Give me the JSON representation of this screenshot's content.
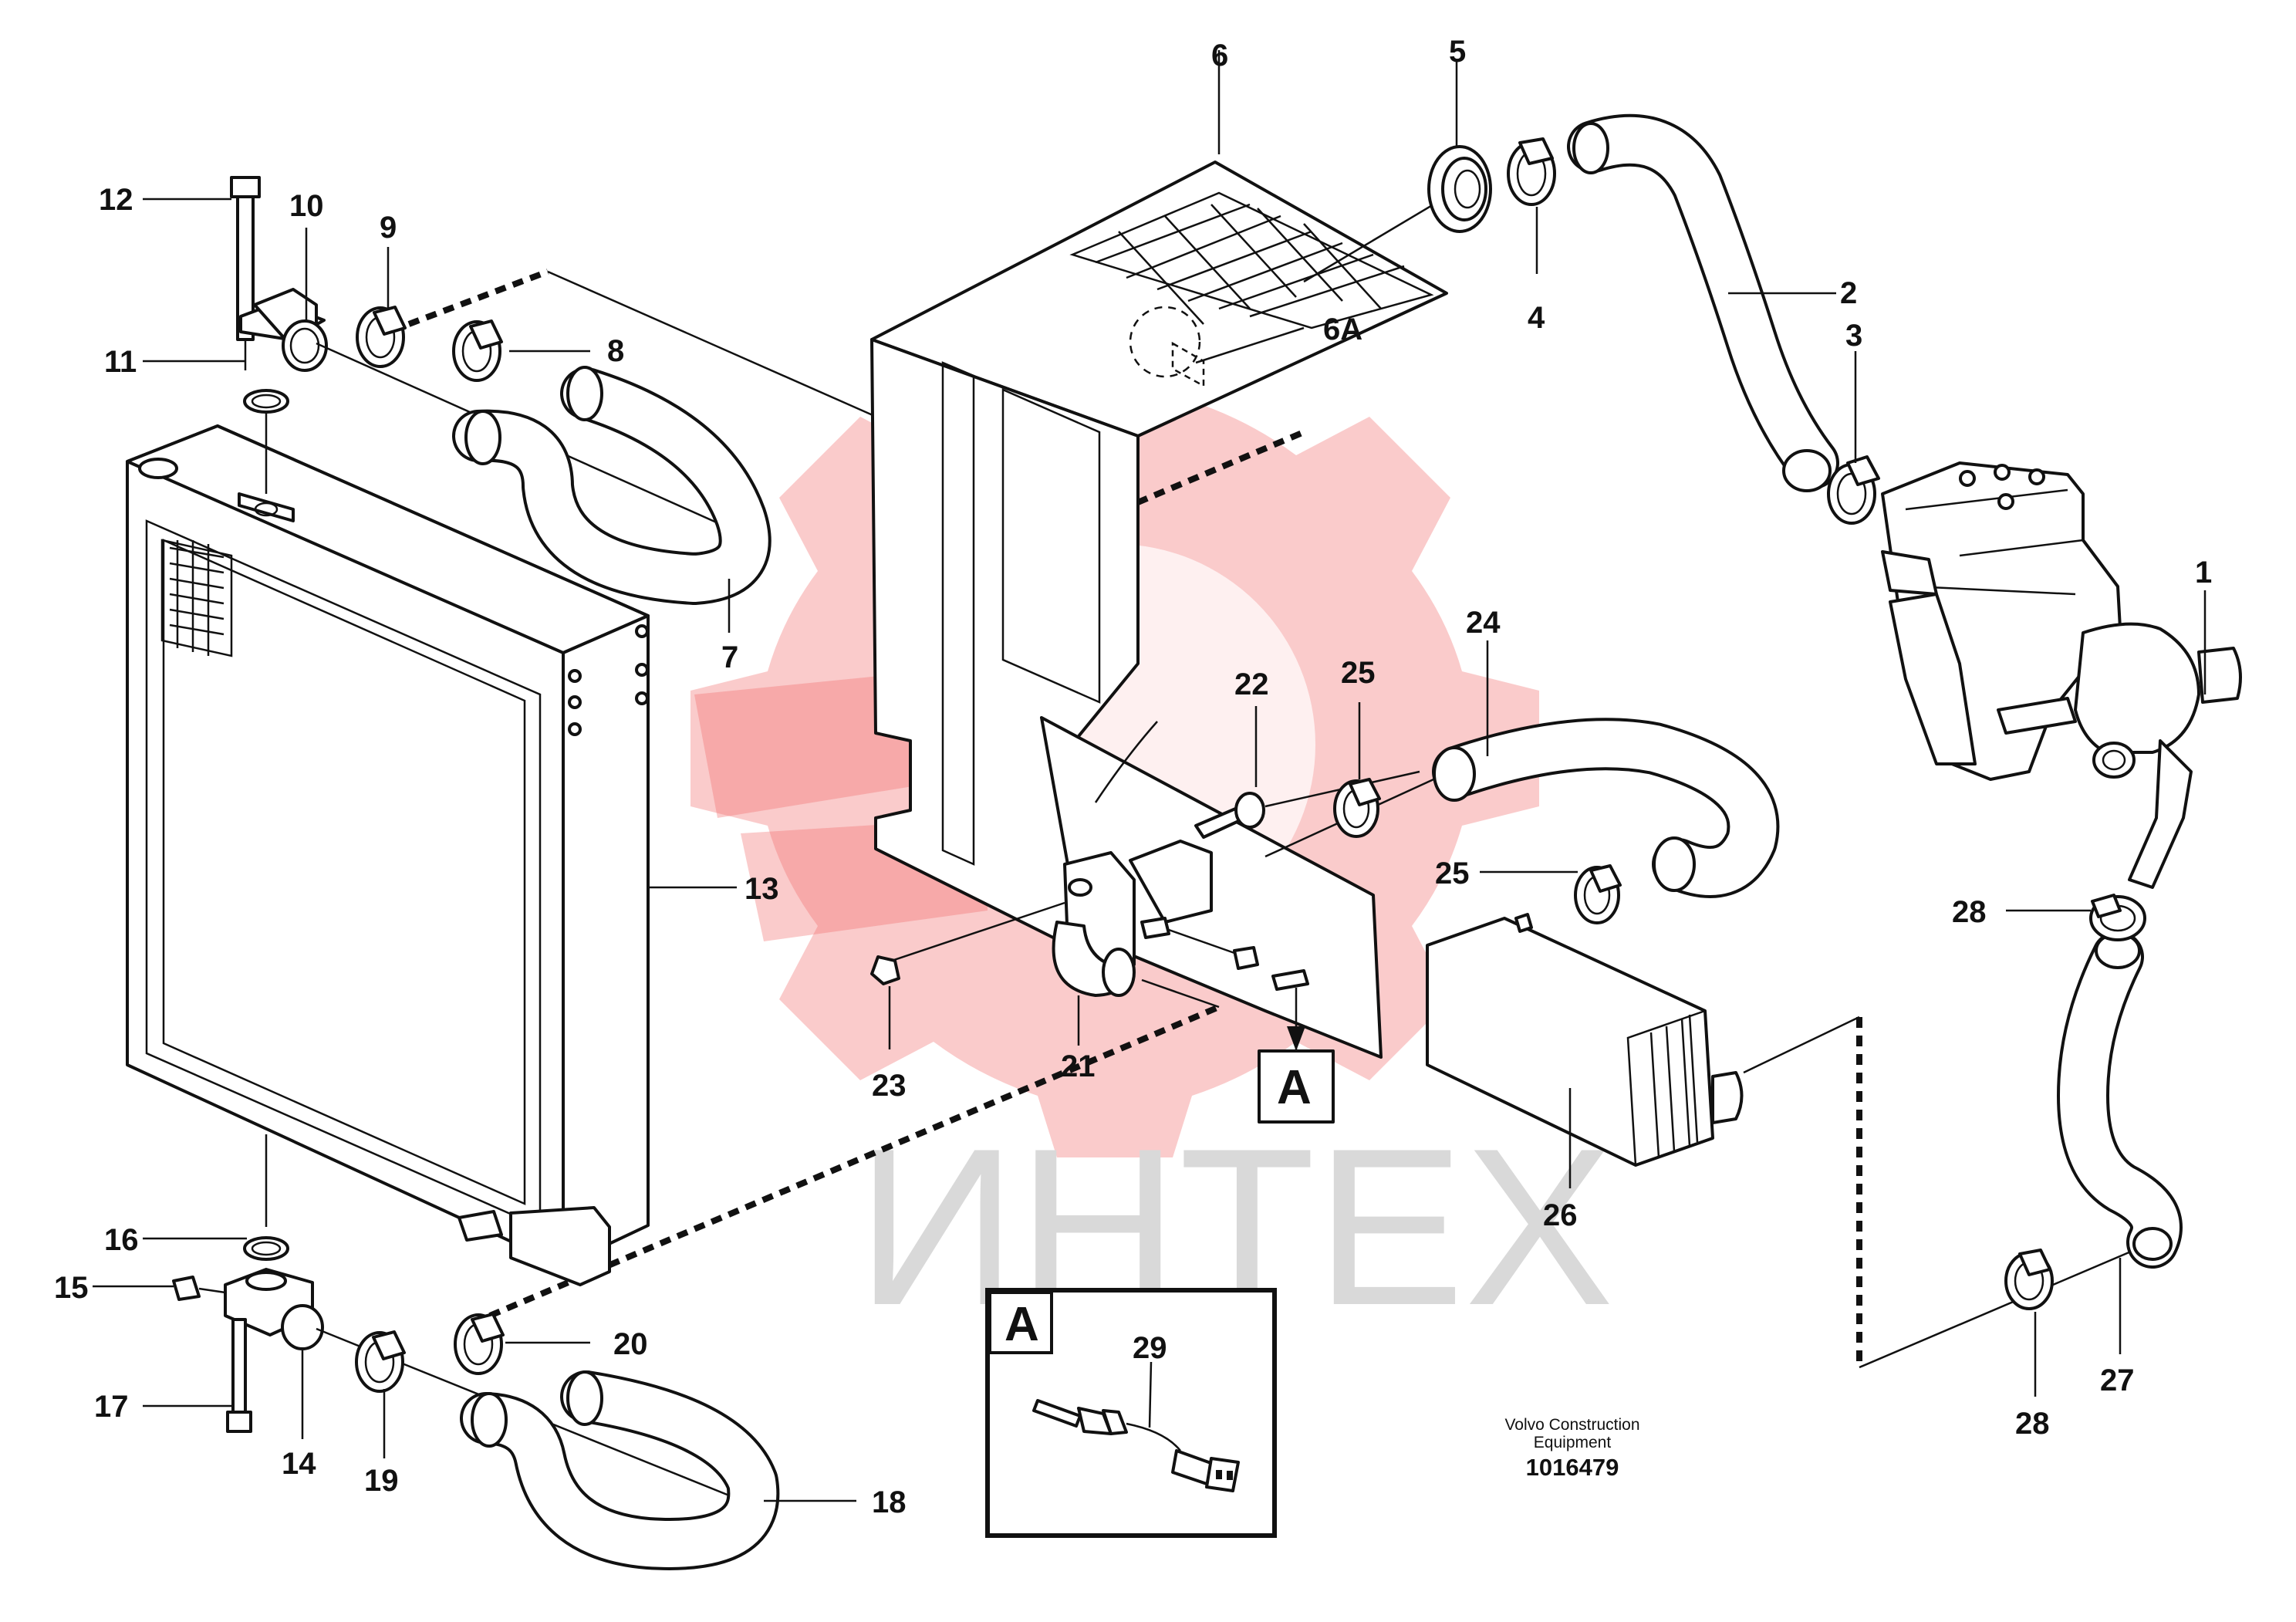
{
  "watermark": {
    "text": "ИНТЕХ",
    "color": "#f26a6a"
  },
  "footer": {
    "vendor_line1": "Volvo Construction",
    "vendor_line2": "Equipment",
    "drawing_number": "1016479"
  },
  "detail": {
    "callout": "A",
    "inset_title": "A",
    "inset_part": "29"
  },
  "callouts": {
    "p1": "1",
    "p2": "2",
    "p3": "3",
    "p4": "4",
    "p5": "5",
    "p6": "6",
    "p6a": "6A",
    "p7": "7",
    "p8": "8",
    "p9": "9",
    "p10": "10",
    "p11": "11",
    "p12": "12",
    "p13": "13",
    "p14": "14",
    "p15": "15",
    "p16": "16",
    "p17": "17",
    "p18": "18",
    "p19": "19",
    "p20": "20",
    "p21": "21",
    "p22": "22",
    "p23": "23",
    "p24": "24",
    "p25a": "25",
    "p25b": "25",
    "p26": "26",
    "p27": "27",
    "p28a": "28",
    "p28b": "28"
  }
}
